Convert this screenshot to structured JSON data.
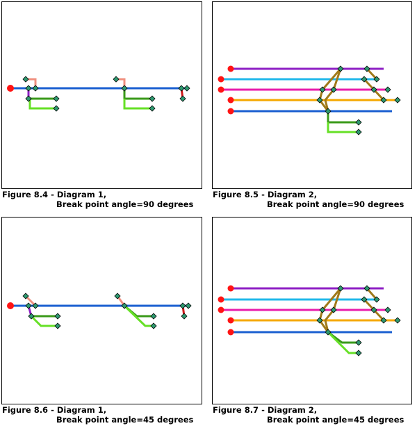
{
  "colors": {
    "blue": "#1a5fd0",
    "purple": "#8e1fc4",
    "cyan": "#21b8ea",
    "magenta": "#e81dab",
    "orange": "#f5a800",
    "dark_green": "#3a9a1a",
    "light_green": "#66e026",
    "salmon": "#f09080",
    "red_stub": "#d01a1a",
    "brown": "#a07a1a",
    "node_fill": "#2e9a70",
    "root_red": "#ff1414"
  },
  "figures": [
    {
      "id": "fig-8-4",
      "caption_line1": "Figure 8.4 - Diagram 1,",
      "caption_line2": "Break point angle=90 degrees"
    },
    {
      "id": "fig-8-5",
      "caption_line1": "Figure 8.5 - Diagram 2,",
      "caption_line2": "Break point angle=90 degrees"
    },
    {
      "id": "fig-8-6",
      "caption_line1": "Figure 8.6 - Diagram 1,",
      "caption_line2": "Break point angle=45 degrees"
    },
    {
      "id": "fig-8-7",
      "caption_line1": "Figure 8.7 - Diagram 2,",
      "caption_line2": "Break point angle=45 degrees"
    }
  ]
}
